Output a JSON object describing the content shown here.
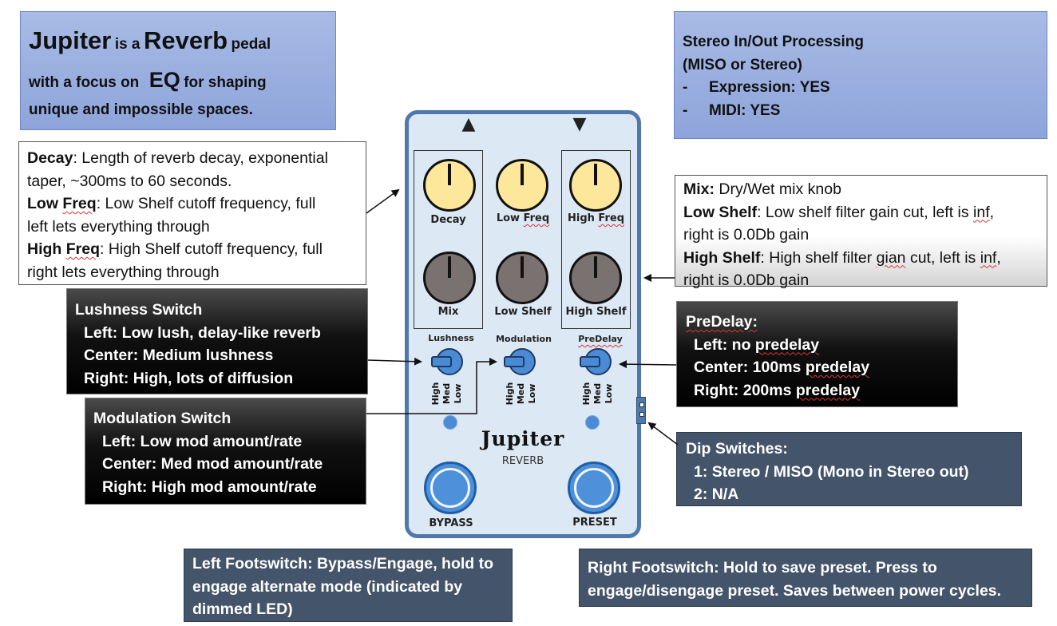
{
  "title_box": {
    "jupiter": "Jupiter",
    "is_a": "is a",
    "reverb": "Reverb",
    "pedal": "pedal",
    "with_focus": "with a focus on",
    "eq": "EQ",
    "for_shaping": "for shaping",
    "line3": "unique and impossible spaces."
  },
  "stereo_box": {
    "line1": "Stereo In/Out Processing",
    "line2": "(MISO or Stereo)",
    "line3_dash": "-",
    "line3": "Expression: YES",
    "line4_dash": "-",
    "line4": "MIDI: YES"
  },
  "decay_box": {
    "decay_label": "Decay",
    "decay_text1": ": Length of reverb decay, exponential",
    "decay_text2": "taper, ~300ms to 60 seconds.",
    "lowfreq_label_a": "Low",
    "lowfreq_label_b": "Freq",
    "lowfreq_text1": ": Low Shelf cutoff frequency, full",
    "lowfreq_text2": "left lets everything through",
    "highfreq_label_a": "High",
    "highfreq_label_b": "Freq",
    "highfreq_text1": ": High Shelf cutoff frequency, full",
    "highfreq_text2": "right lets everything through"
  },
  "mix_box": {
    "mix_label": "Mix:",
    "mix_text": " Dry/Wet mix knob",
    "lowshelf_label": "Low Shelf",
    "lowshelf_text_a": ": Low shelf filter gain cut, left is ",
    "lowshelf_inf": "inf",
    "lowshelf_text_b": ",",
    "lowshelf_text2": "right is 0.0Db gain",
    "highshelf_label": "High Shelf",
    "highshelf_text_a": ": High shelf filter ",
    "highshelf_gian": "gian",
    "highshelf_text_b": " cut, left is ",
    "highshelf_inf": "inf",
    "highshelf_text_c": ",",
    "highshelf_text2": "right is 0.0Db gain"
  },
  "lushness_box": {
    "title": "Lushness Switch",
    "left": "Left:  Low lush, delay-like reverb",
    "center": "Center: Medium lushness",
    "right": "Right:  High, lots of diffusion"
  },
  "predelay_box": {
    "title": "PreDelay:",
    "left_a": "Left:  no ",
    "left_b": "predelay",
    "center_a": "Center: 100ms ",
    "center_b": "predelay",
    "right_a": "Right:  200ms ",
    "right_b": "predelay"
  },
  "modulation_box": {
    "title": "Modulation Switch",
    "left": "Left:  Low mod amount/rate",
    "center": "Center: Med mod amount/rate",
    "right": "Right:  High mod amount/rate"
  },
  "dip_box": {
    "title": "Dip Switches:",
    "line1": "1: Stereo / MISO (Mono in Stereo out)",
    "line2": "2: N/A"
  },
  "left_foot_box": {
    "line1": "Left Footswitch: Bypass/Engage, hold to",
    "line2": "engage alternate mode (indicated by",
    "line3": "dimmed LED)"
  },
  "right_foot_box": {
    "line1": "Right Footswitch: Hold to save preset. Press to",
    "line2": "engage/disengage preset. Saves between power cycles."
  },
  "pedal": {
    "arrow_left": "▲",
    "arrow_right": "▼",
    "knob_decay": "Decay",
    "knob_lowfreq_a": "Low",
    "knob_lowfreq_b": "Freq",
    "knob_highfreq_a": "High",
    "knob_highfreq_b": "Freq",
    "knob_mix": "Mix",
    "knob_lowshelf": "Low Shelf",
    "knob_highshelf": "High Shelf",
    "sw_lushness": "Lushness",
    "sw_modulation": "Modulation",
    "sw_predelay_a": "Pre",
    "sw_predelay_b": "Delay",
    "pos_low": "Low",
    "pos_med": "Med",
    "pos_high": "High",
    "brand": "Jupiter",
    "subtitle": "REVERB",
    "bypass": "BYPASS",
    "preset": "PRESET"
  },
  "colors": {
    "pedal_body": "#dde8f5",
    "pedal_border": "#4f79ad",
    "knob_yellow": "#fde79b",
    "knob_grey": "#7a7171",
    "switch_blue": "#4b8bd6",
    "box_blue": "#a8bbe6",
    "box_slate": "#44546a"
  }
}
